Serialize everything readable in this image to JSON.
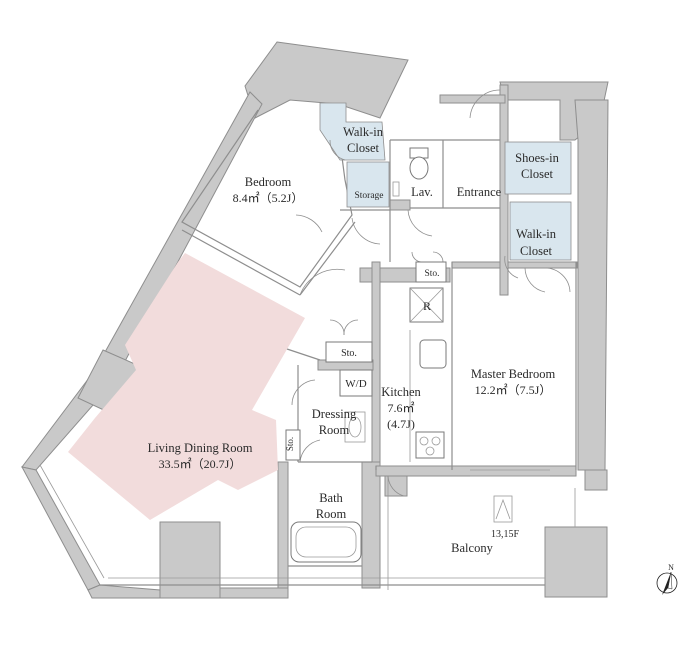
{
  "rooms": {
    "bedroom_name": "Bedroom",
    "bedroom_size": "8.4㎡（5.2J）",
    "walkin1_line1": "Walk-in",
    "walkin1_line2": "Closet",
    "storage": "Storage",
    "lav": "Lav.",
    "entrance": "Entrance",
    "shoes_line1": "Shoes-in",
    "shoes_line2": "Closet",
    "walkin2_line1": "Walk-in",
    "walkin2_line2": "Closet",
    "sto_upper": "Sto.",
    "refrigerator": "R",
    "sto_kitchen": "Sto.",
    "washer_dryer": "W/D",
    "kitchen_name": "Kitchen",
    "kitchen_size": "7.6㎡",
    "kitchen_size_j": "(4.7J)",
    "master_name": "Master Bedroom",
    "master_size": "12.2㎡（7.5J）",
    "dressing_line1": "Dressing",
    "dressing_line2": "Room",
    "sto_dressing": "Sto.",
    "living_name": "Living Dining Room",
    "living_size": "33.5㎡（20.7J）",
    "bath_line1": "Bath",
    "bath_line2": "Room",
    "floors": "13,15F",
    "balcony": "Balcony"
  },
  "compass": {
    "letter": "N"
  },
  "colors": {
    "wall": "#c9c9c9",
    "closet": "#d9e6ee",
    "living_highlight": "#f2dcdc"
  }
}
